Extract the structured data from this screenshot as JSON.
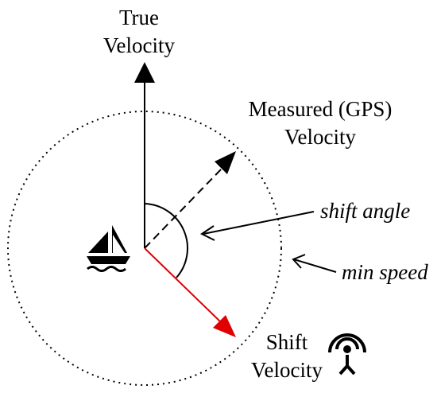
{
  "labels": {
    "true_velocity": [
      "True",
      "Velocity"
    ],
    "measured_velocity": [
      "Measured (GPS)",
      "Velocity"
    ],
    "shift_angle": "shift angle",
    "min_speed": "min speed",
    "shift_velocity": [
      "Shift",
      "Velocity"
    ]
  },
  "icons": {
    "boat": "sailboat-icon",
    "gps": "gps-antenna-icon"
  },
  "colors": {
    "shift_arrow": "#e00000",
    "ink": "#000000"
  }
}
